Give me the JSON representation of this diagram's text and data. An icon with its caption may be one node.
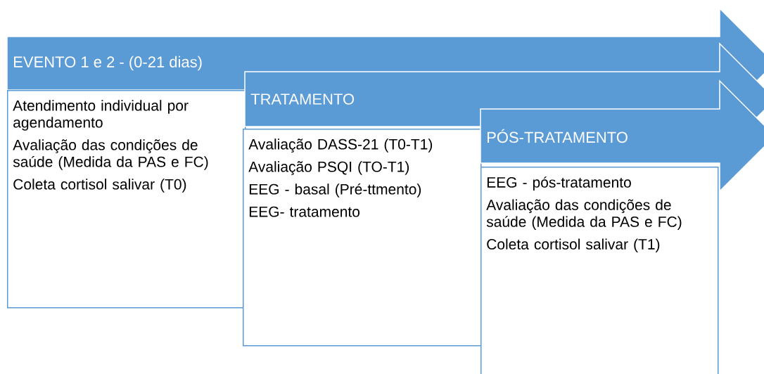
{
  "diagram": {
    "nodes": [
      {
        "text": [
          "EVENTO 1 e 2 - (0-21 dias)"
        ]
      },
      {
        "text": [
          "Atendimento individual por agendamento",
          "Avaliação das condições de saúde (Medida da PAS e FC)",
          "Coleta cortisol salivar (T0)"
        ]
      },
      {
        "text": [
          "TRATAMENTO"
        ]
      },
      {
        "text": [
          "Avaliação DASS-21 (T0-T1)",
          "Avaliação PSQI (TO-T1)",
          "EEG - basal (Pré-ttmento)",
          "EEG- tratamento"
        ]
      },
      {
        "text": [
          "PÓS-TRATAMENTO"
        ]
      },
      {
        "text": [
          "EEG - pós-tratamento",
          "Avaliação das condições de saúde (Medida da PAS e FC)",
          "Coleta cortisol salivar (T1)"
        ]
      }
    ]
  }
}
